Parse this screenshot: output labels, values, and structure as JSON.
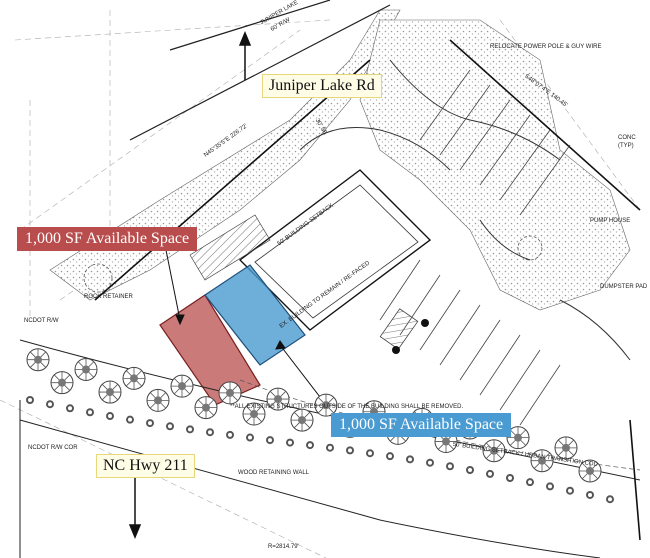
{
  "labels": {
    "juniper_road": "Juniper Lake Rd",
    "nc_hwy": "NC Hwy 211",
    "available_left": "1,000 SF Available Space",
    "available_right": "1,000 SF Available Space",
    "street_top": "JUNIPER LAKE",
    "row_top": "60' R/W",
    "relocate_pole": "RELOCATE POWER POLE & GUY WIRE",
    "bearing_right": "S48°07'4\"E 140.45'",
    "bearing_top": "N45°35'5\"E 226.72'",
    "setback_top": "50' BUILDING SETBACK",
    "setback_bottom": "50' BUILDING SETBACK / URBAN TRANSITION COD",
    "existing_structures": "**ALL EXISTING STRUCTURES OUTSIDE OF THE BUILDING SHALL BE REMOVED.",
    "dumpster": "DUMPSTER PAD",
    "pump_house": "PUMP HOUSE",
    "rock_retainer": "ROCK RETAINER",
    "radius": "R=2814.79'",
    "ncdot_right": "NCDOT R/W",
    "ncdot_row": "NCDOT R/W COR",
    "conc": "CONC",
    "typ": "(TYP)",
    "wood_wall": "WOOD RETAINING WALL",
    "setback_dim_right": "30' SB",
    "building_note": "EX. BUILDING TO REMAIN / RE-FACED"
  },
  "colors": {
    "red_space": "#b94d4d",
    "blue_space": "#4a9bd1",
    "road_label_bg": "#fffde6",
    "hatch": "#c8c8c8"
  }
}
